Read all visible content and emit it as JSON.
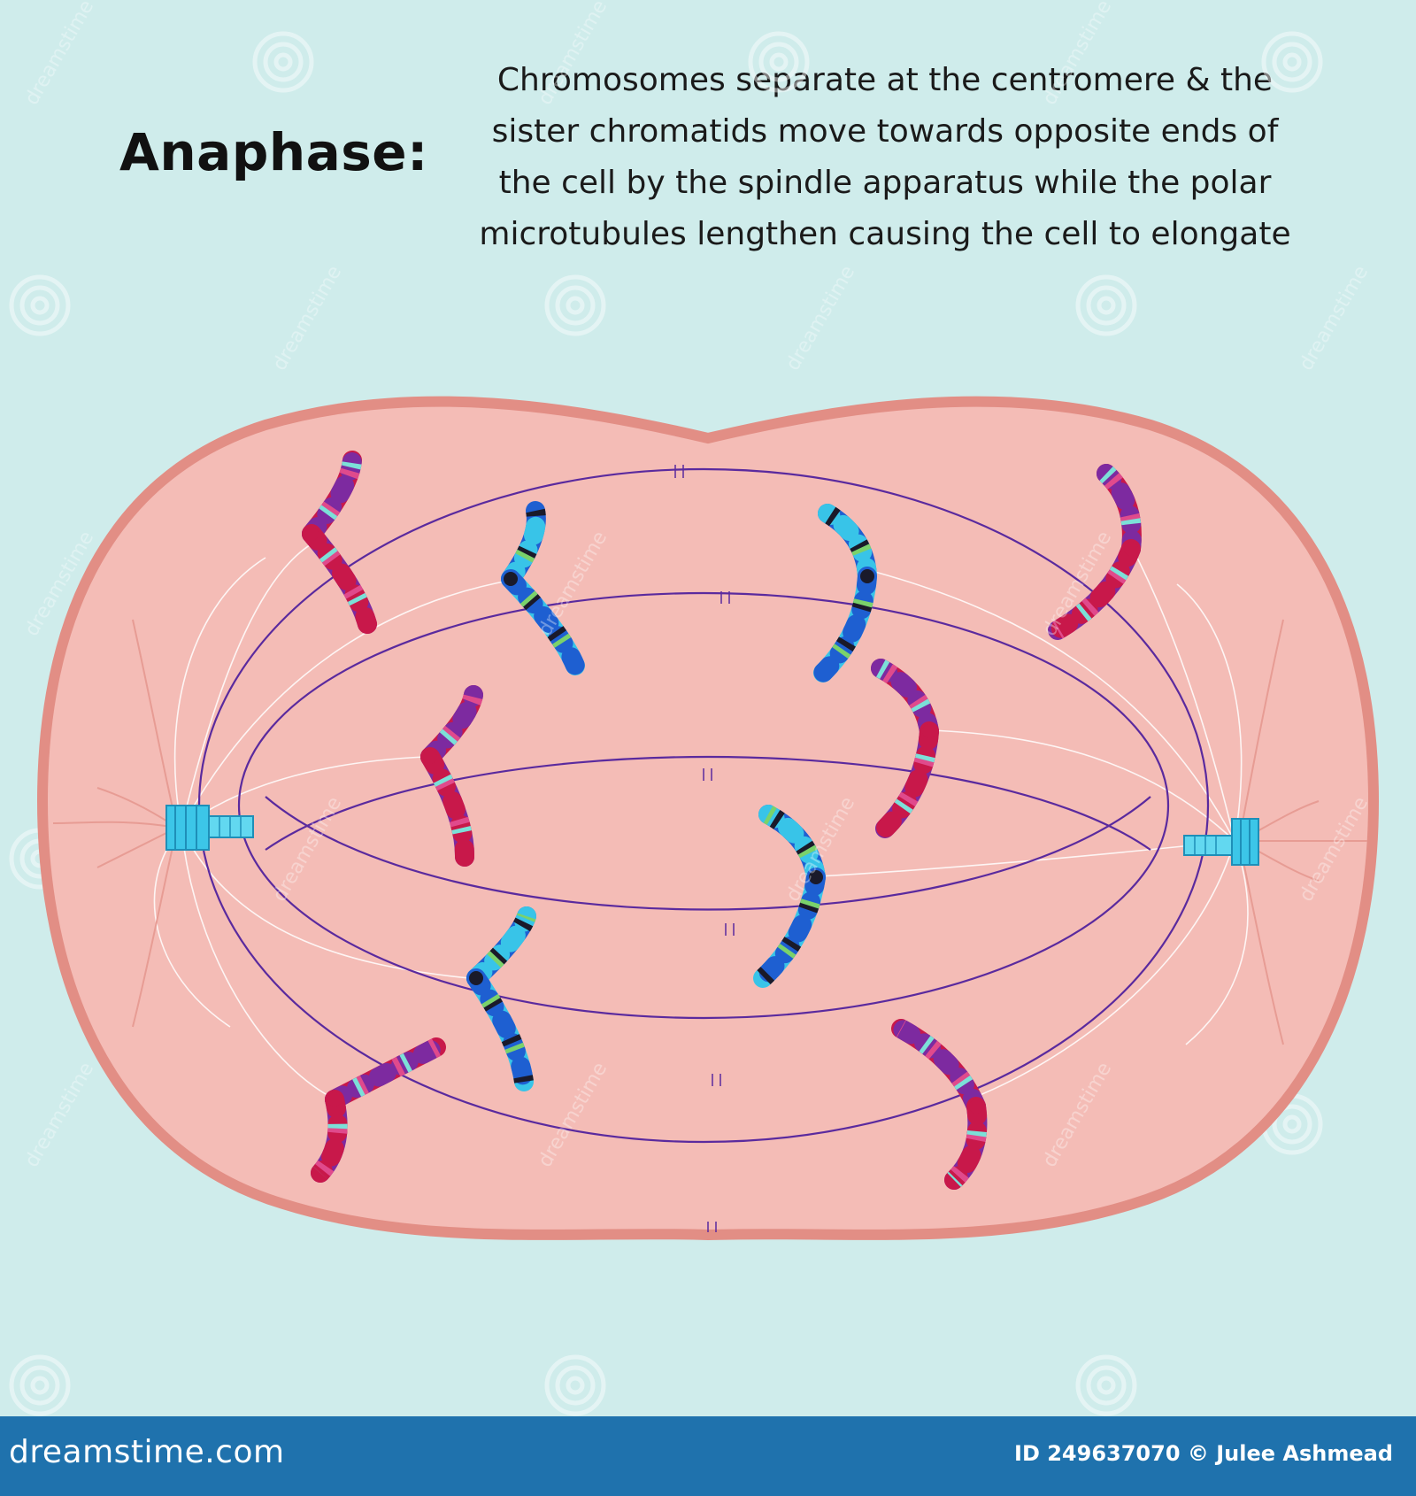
{
  "heading": "Anaphase:",
  "description": [
    "Chromosomes separate at the centromere & the",
    "sister chromatids move towards opposite ends of",
    "the cell by the spindle apparatus while the polar",
    "microtubules lengthen causing the cell to elongate"
  ],
  "watermark_text": "dreamstime",
  "footer": {
    "site": "dreamstime.com",
    "image_id": "ID 249637070",
    "author": "© Julee Ashmead"
  },
  "colors": {
    "background": "#cfeceb",
    "cell_fill": "#f4bcb6",
    "cell_border": "#e28e85",
    "spindle": "#5a2a9e",
    "footer": "#1f72ad",
    "centrosome": "#3cc6e8"
  },
  "chromosome_styles": {
    "red": {
      "stripe_colors": [
        "#c8184a",
        "#7d2aa0",
        "#e04a8c",
        "#7ce0d8",
        "#5c2bb5"
      ]
    },
    "blue": {
      "stripe_colors": [
        "#1e5fd1",
        "#38c4e8",
        "#1a1a2a",
        "#7ad26b"
      ]
    }
  }
}
